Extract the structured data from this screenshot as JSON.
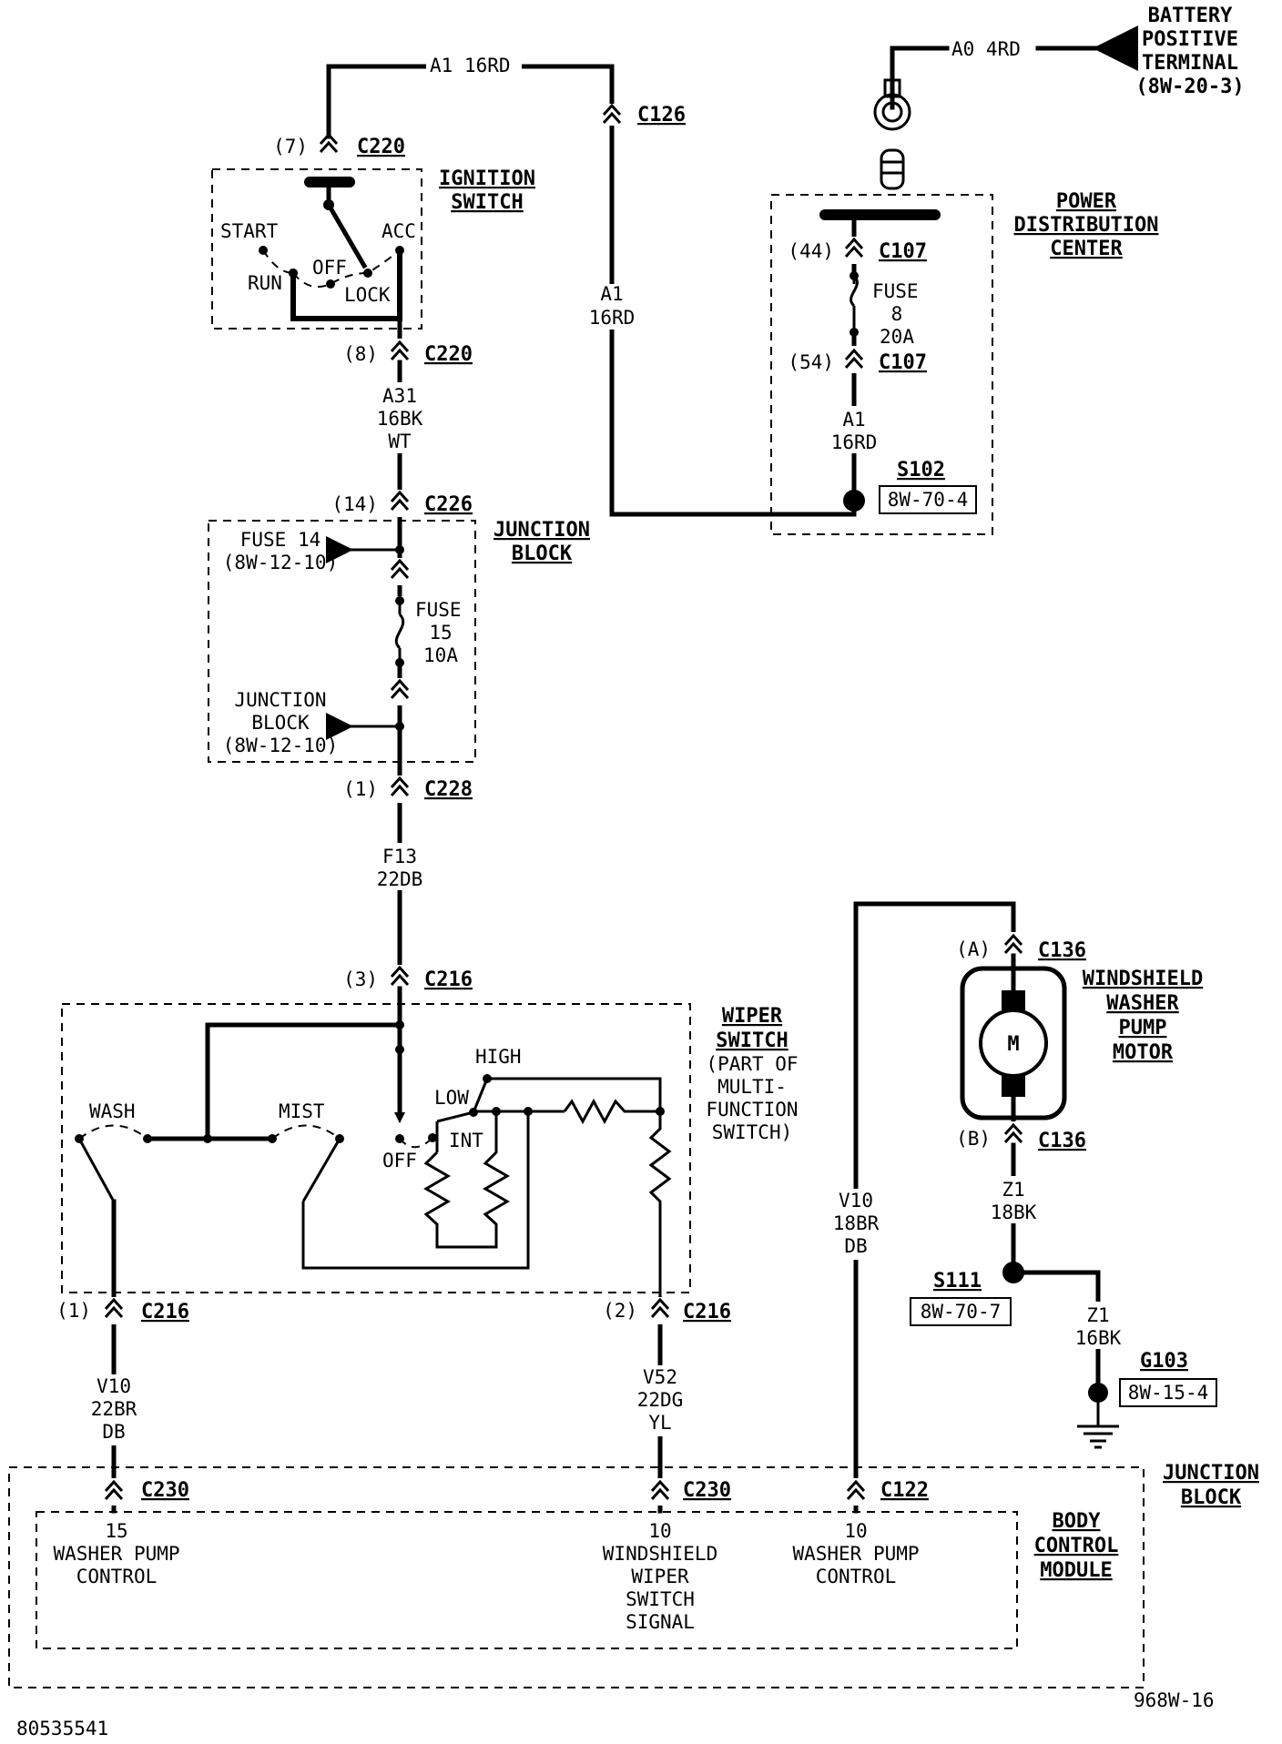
{
  "battery": {
    "title": [
      "BATTERY",
      "POSITIVE",
      "TERMINAL",
      "(8W-20-3)"
    ],
    "wire": "A0 4RD"
  },
  "pdc": {
    "title": [
      "POWER",
      "DISTRIBUTION",
      "CENTER"
    ],
    "pin_in": "(44)",
    "pin_out": "(54)",
    "connector": "C107",
    "fuse": [
      "FUSE",
      "8",
      "20A"
    ],
    "wire": [
      "A1",
      "16RD"
    ],
    "splice": "S102",
    "splice_ref": "8W-70-4"
  },
  "a1_top": {
    "wire": "A1 16RD",
    "connector": "C126",
    "mid": [
      "A1",
      "16RD"
    ]
  },
  "ignition": {
    "title": [
      "IGNITION",
      "SWITCH"
    ],
    "pin_top": "(7)",
    "pin_bottom": "(8)",
    "connector": "C220",
    "start": "START",
    "acc": "ACC",
    "run": "RUN",
    "off": "OFF",
    "lock": "LOCK",
    "wire": [
      "A31",
      "16BK",
      "WT"
    ]
  },
  "junction_block": {
    "title": [
      "JUNCTION",
      "BLOCK"
    ],
    "pin_in": "(14)",
    "connector_in": "C226",
    "fuse14": [
      "FUSE 14",
      "(8W-12-10)"
    ],
    "fuse15": [
      "FUSE",
      "15",
      "10A"
    ],
    "jb": [
      "JUNCTION",
      "BLOCK",
      "(8W-12-10)"
    ],
    "pin_out": "(1)",
    "connector_out": "C228",
    "wire": [
      "F13",
      "22DB"
    ]
  },
  "wiper": {
    "title": [
      "WIPER",
      "SWITCH"
    ],
    "subtitle": [
      "(PART OF",
      "MULTI-",
      "FUNCTION",
      "SWITCH)"
    ],
    "pin_in": "(3)",
    "connector": "C216",
    "wash": "WASH",
    "mist": "MIST",
    "off": "OFF",
    "low": "LOW",
    "high": "HIGH",
    "int": "INT",
    "pin1": "(1)",
    "pin2": "(2)"
  },
  "wires_bottom": {
    "left": [
      "V10",
      "22BR",
      "DB"
    ],
    "mid": [
      "V52",
      "22DG",
      "YL"
    ],
    "right": [
      "V10",
      "18BR",
      "DB"
    ]
  },
  "motor": {
    "title": [
      "WINDSHIELD",
      "WASHER",
      "PUMP",
      "MOTOR"
    ],
    "pin_a": "(A)",
    "pin_b": "(B)",
    "connector": "C136",
    "symbol": "M",
    "wire1": [
      "Z1",
      "18BK"
    ],
    "splice": "S111",
    "splice_ref": "8W-70-7",
    "wire2": [
      "Z1",
      "16BK"
    ],
    "ground": "G103",
    "ground_ref": "8W-15-4"
  },
  "bcm": {
    "outer": [
      "JUNCTION",
      "BLOCK"
    ],
    "title": [
      "BODY",
      "CONTROL",
      "MODULE"
    ],
    "c230": "C230",
    "c122": "C122",
    "p1": [
      "15",
      "WASHER PUMP",
      "CONTROL"
    ],
    "p2": [
      "10",
      "WINDSHIELD",
      "WIPER",
      "SWITCH",
      "SIGNAL"
    ],
    "p3": [
      "10",
      "WASHER PUMP",
      "CONTROL"
    ]
  },
  "footer": {
    "left": "80535541",
    "right": "968W-16"
  }
}
